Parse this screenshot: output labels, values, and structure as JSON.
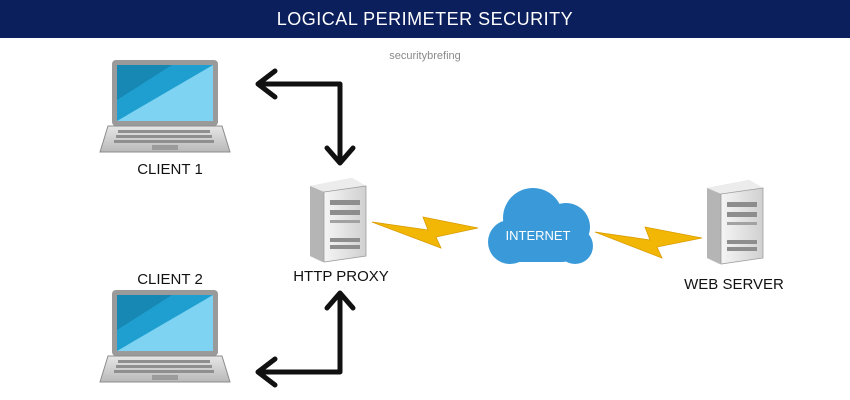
{
  "header": {
    "title": "LOGICAL PERIMETER SECURITY"
  },
  "watermark": "securitybrefing",
  "nodes": {
    "client1": {
      "label": "CLIENT 1",
      "icon": "laptop-icon"
    },
    "client2": {
      "label": "CLIENT 2",
      "icon": "laptop-icon"
    },
    "proxy": {
      "label": "HTTP PROXY",
      "icon": "server-icon"
    },
    "internet": {
      "label": "INTERNET",
      "icon": "cloud-icon"
    },
    "webserver": {
      "label": "WEB SERVER",
      "icon": "server-icon"
    }
  },
  "colors": {
    "header_bg": "#0b1f5c",
    "screen": "#29b4e3",
    "cloud": "#3a9ad9",
    "lightning": "#f2b705",
    "arrow": "#111111"
  }
}
